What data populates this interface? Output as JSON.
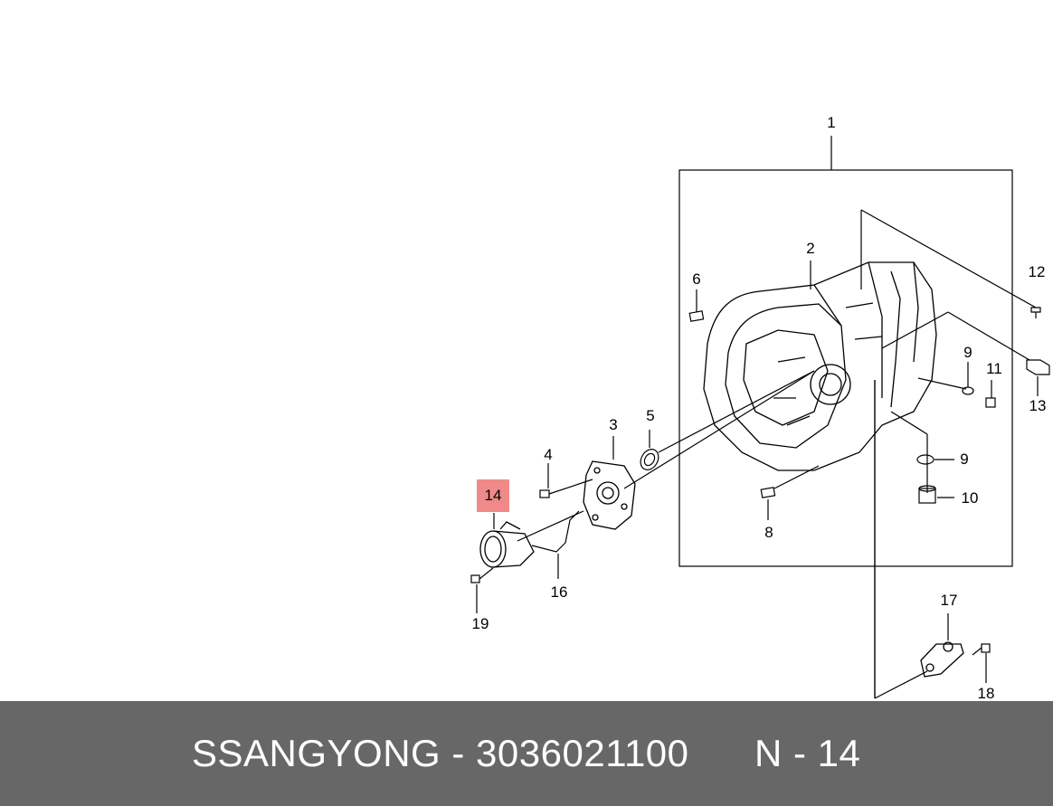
{
  "diagram": {
    "highlight_color": "#f08a8a",
    "callouts": [
      {
        "id": "c1",
        "label": "1"
      },
      {
        "id": "c2",
        "label": "2"
      },
      {
        "id": "c3",
        "label": "3"
      },
      {
        "id": "c4",
        "label": "4"
      },
      {
        "id": "c5",
        "label": "5"
      },
      {
        "id": "c6",
        "label": "6"
      },
      {
        "id": "c8",
        "label": "8"
      },
      {
        "id": "c9a",
        "label": "9"
      },
      {
        "id": "c9b",
        "label": "9"
      },
      {
        "id": "c10",
        "label": "10"
      },
      {
        "id": "c11",
        "label": "11"
      },
      {
        "id": "c12",
        "label": "12"
      },
      {
        "id": "c13",
        "label": "13"
      },
      {
        "id": "c14",
        "label": "14"
      },
      {
        "id": "c16",
        "label": "16"
      },
      {
        "id": "c17",
        "label": "17"
      },
      {
        "id": "c18",
        "label": "18"
      },
      {
        "id": "c19",
        "label": "19"
      }
    ]
  },
  "footer": {
    "title": "SSANGYONG - 3036021100",
    "ref": "N - 14",
    "background": "#676767"
  }
}
